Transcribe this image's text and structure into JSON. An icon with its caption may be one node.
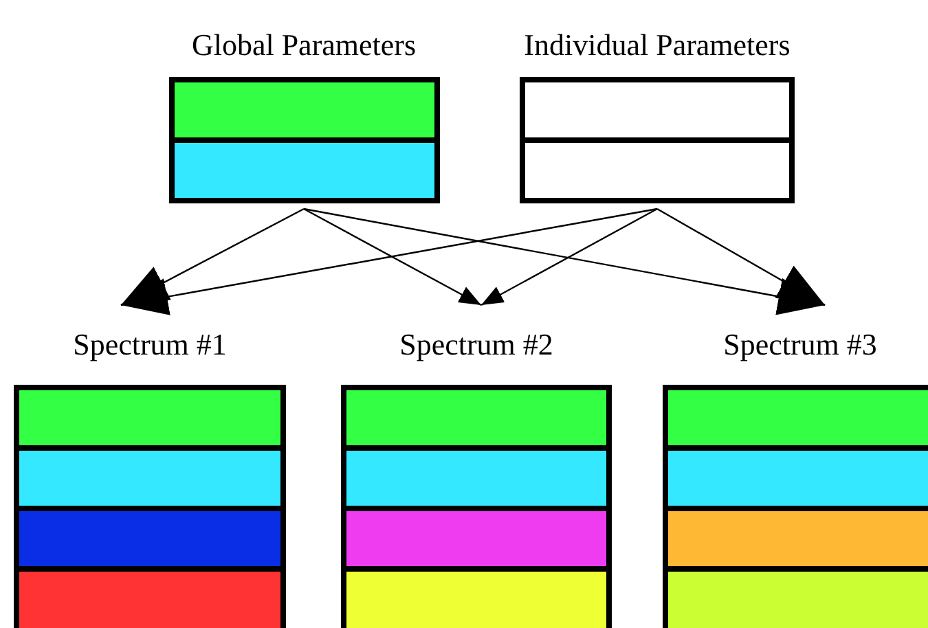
{
  "diagram": {
    "nodes": [
      {
        "text": [
          "Global Parameters"
        ]
      },
      {
        "text": [],
        "shape": "bar",
        "in": 0
      },
      {
        "text": [],
        "shape": "bar",
        "in": 0
      },
      {
        "text": [
          "Individual Parameters"
        ]
      },
      {
        "text": [],
        "shape": "bar",
        "in": 3
      },
      {
        "text": [],
        "shape": "bar",
        "in": 3
      },
      {
        "text": [
          "Spectrum #1"
        ]
      },
      {
        "text": [],
        "shape": "bar",
        "in": 6
      },
      {
        "text": [],
        "shape": "bar",
        "in": 6
      },
      {
        "text": [],
        "shape": "bar",
        "in": 6
      },
      {
        "text": [],
        "shape": "bar",
        "in": 6
      },
      {
        "text": [
          "Spectrum #2"
        ]
      },
      {
        "text": [],
        "shape": "bar",
        "in": 11
      },
      {
        "text": [],
        "shape": "bar",
        "in": 11
      },
      {
        "text": [],
        "shape": "bar",
        "in": 11
      },
      {
        "text": [],
        "shape": "bar",
        "in": 11
      },
      {
        "text": [
          "Spectrum #3"
        ]
      },
      {
        "text": [],
        "shape": "bar",
        "in": 16
      },
      {
        "text": [],
        "shape": "bar",
        "in": 16
      },
      {
        "text": [],
        "shape": "bar",
        "in": 16
      },
      {
        "text": [],
        "shape": "bar",
        "in": 16
      }
    ],
    "edges": [
      {
        "from": 0,
        "to": 6,
        "arrow": "to"
      },
      {
        "from": 0,
        "to": 11,
        "arrow": "to"
      },
      {
        "from": 0,
        "to": 16,
        "arrow": "to"
      },
      {
        "from": 3,
        "to": 6,
        "arrow": "to"
      },
      {
        "from": 3,
        "to": 11,
        "arrow": "to"
      },
      {
        "from": 3,
        "to": 16,
        "arrow": "to"
      }
    ]
  }
}
